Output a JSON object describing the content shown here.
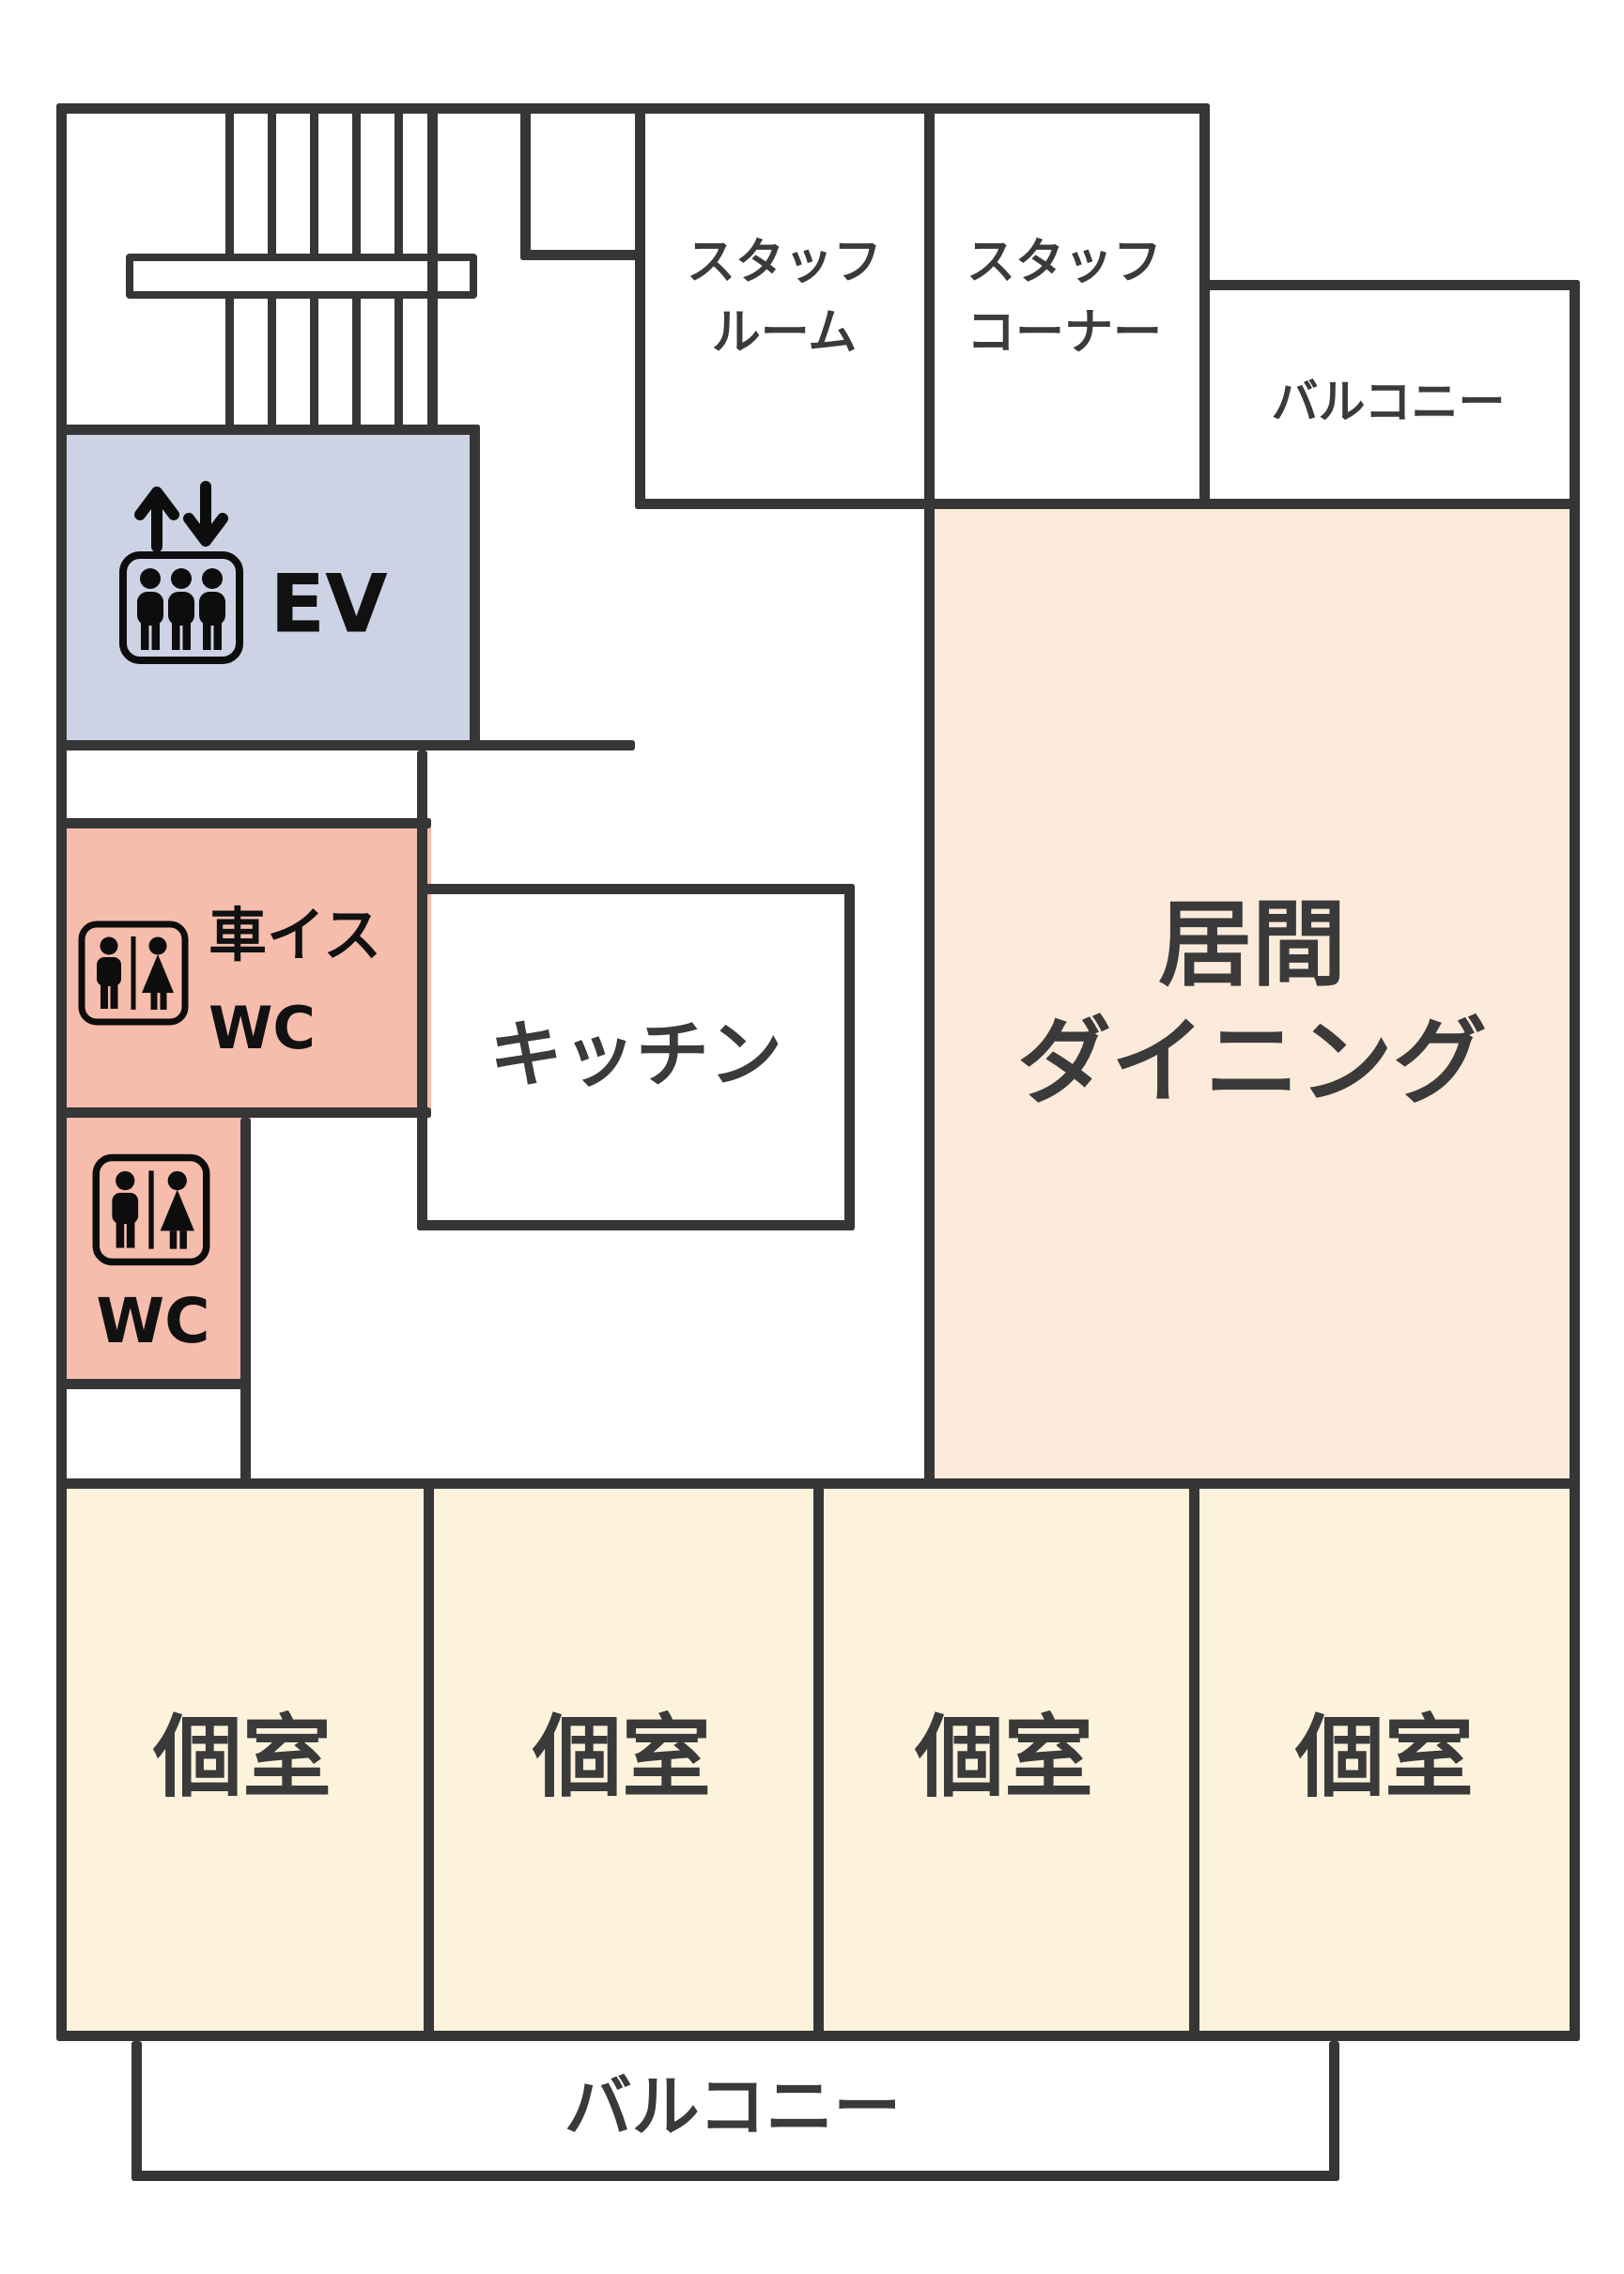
{
  "title": "floor-plan",
  "palette": {
    "wall": "#363636",
    "label_gray": "#3a3a3a",
    "label_black": "#111111",
    "elevator_bg": "#cdd3e4",
    "wc_bg": "#f6bcac",
    "living_bg": "#fcebdb",
    "private_room_bg": "#fdf3dc",
    "background": "#ffffff"
  },
  "rooms": {
    "staff_room": {
      "line1": "スタッフ",
      "line2": "ルーム"
    },
    "staff_corner": {
      "line1": "スタッフ",
      "line2": "コーナー"
    },
    "balcony_top": {
      "label": "バルコニー"
    },
    "elevator": {
      "label": "EV"
    },
    "living_dining": {
      "line1": "居間",
      "line2": "ダイニング"
    },
    "kitchen": {
      "label": "キッチン"
    },
    "wheelchair_wc": {
      "line1": "車イス",
      "line2": "WC"
    },
    "wc": {
      "label": "WC"
    },
    "private_rooms": [
      {
        "label": "個室"
      },
      {
        "label": "個室"
      },
      {
        "label": "個室"
      },
      {
        "label": "個室"
      }
    ],
    "balcony_bottom": {
      "label": "バルコニー"
    }
  },
  "icons": {
    "elevator_icon": "elevator-with-people",
    "up_down_arrows_icon": "up-down-arrows",
    "restroom_icon": "man-woman-restroom"
  }
}
